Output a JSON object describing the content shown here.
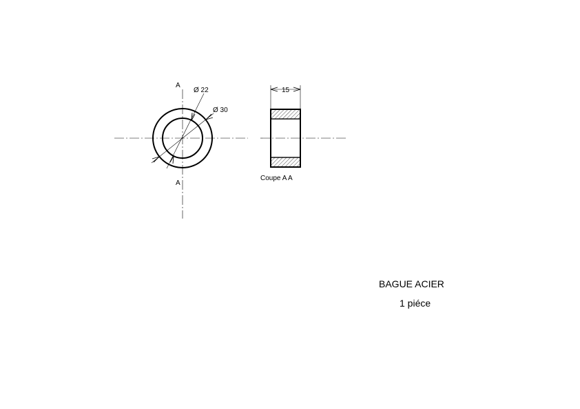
{
  "drawing": {
    "section_label_top": "A",
    "section_label_bottom": "A",
    "dim_inner_diameter": "Ø 22",
    "dim_outer_diameter": "Ø 30",
    "dim_width": "15",
    "section_caption": "Coupe A A"
  },
  "title_block": {
    "part_name": "BAGUE ACIER",
    "quantity": "1 piéce"
  }
}
